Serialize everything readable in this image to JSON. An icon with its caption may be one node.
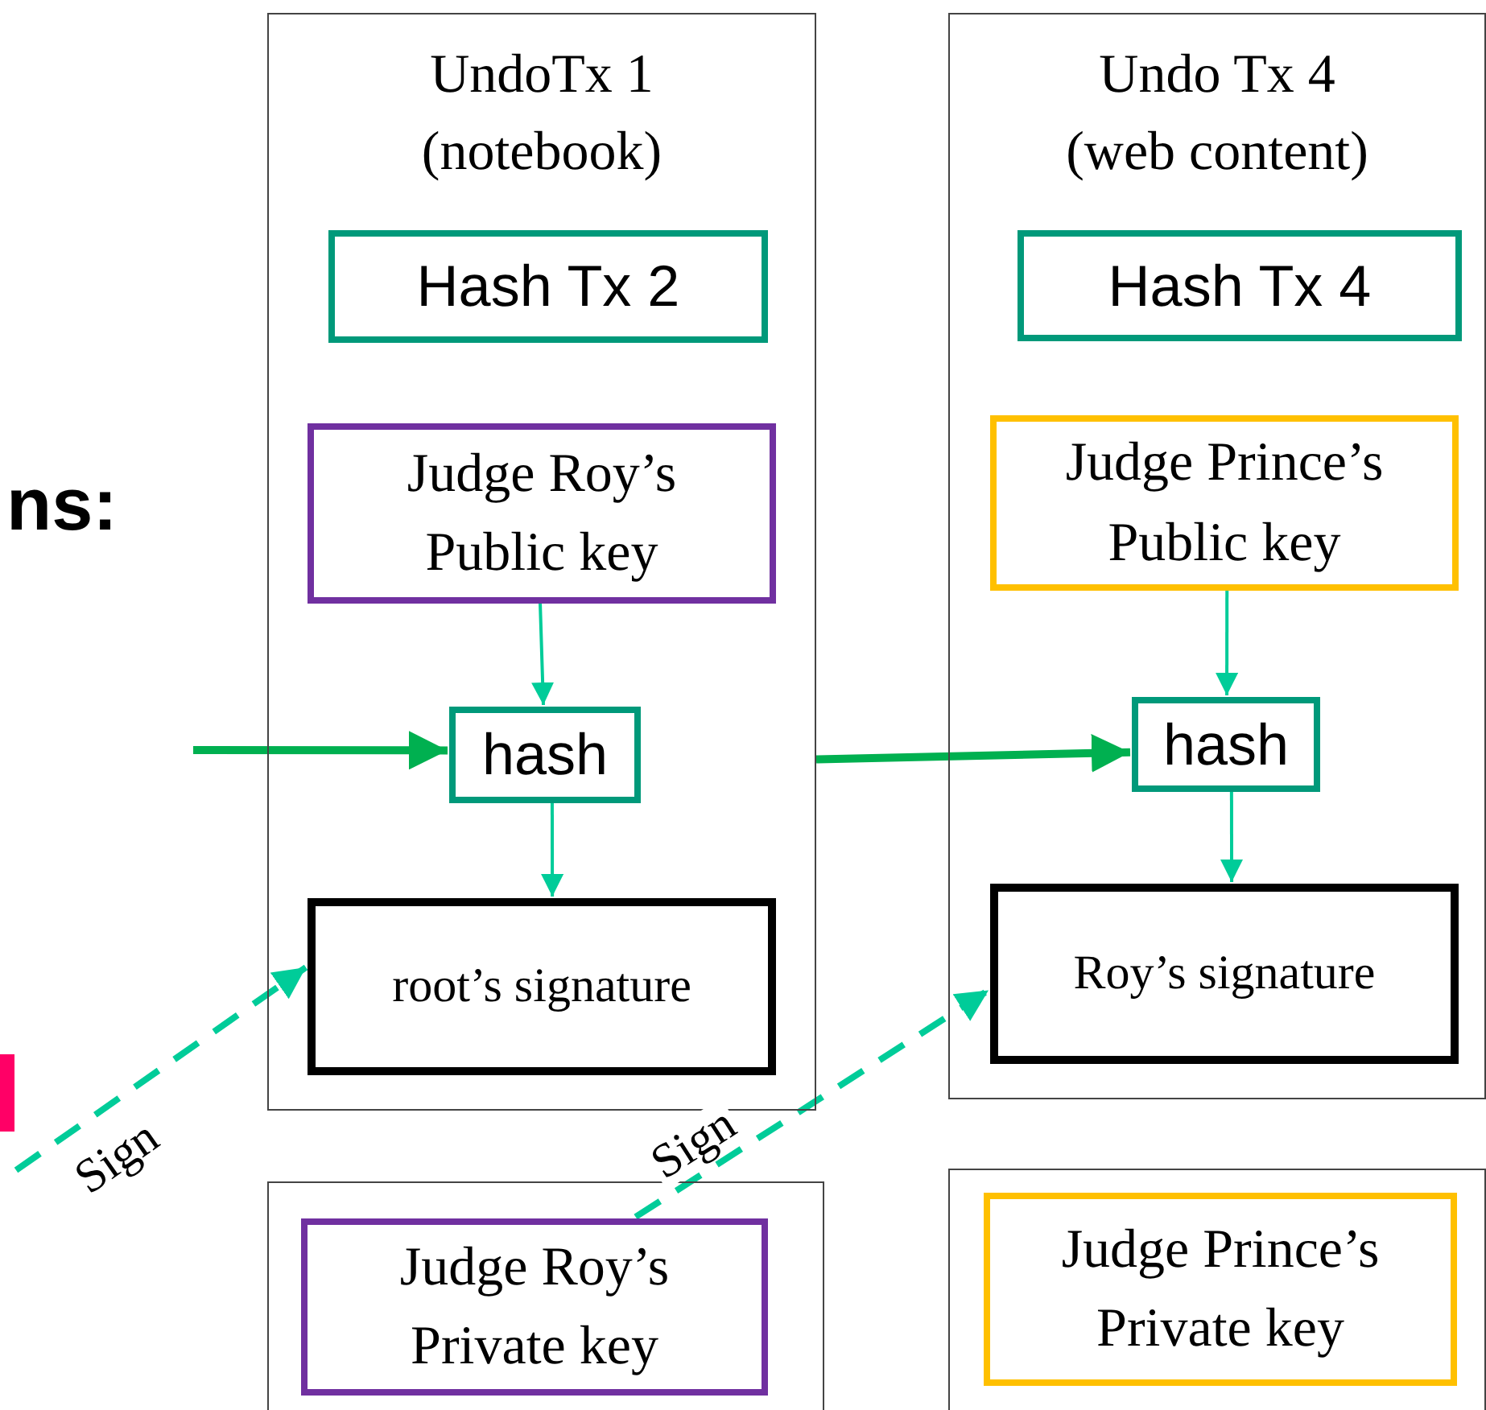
{
  "diagram": {
    "nodes": [
      {
        "text": [
          "UndoTx 1 (notebook)"
        ]
      },
      {
        "text": [
          "Hash Tx 2"
        ],
        "in": 0
      },
      {
        "text": [
          "Judge Roy’s Public key"
        ],
        "in": 0
      },
      {
        "text": [
          "hash"
        ],
        "in": 0
      },
      {
        "text": [
          "root’s signature"
        ],
        "in": 0
      },
      {
        "text": [
          "Undo Tx 4 (web content)"
        ]
      },
      {
        "text": [
          "Hash Tx 4"
        ],
        "in": 5
      },
      {
        "text": [
          "Judge Prince’s Public key"
        ],
        "in": 5
      },
      {
        "text": [
          "hash"
        ],
        "in": 5
      },
      {
        "text": [
          "Roy’s signature"
        ],
        "in": 5
      },
      {
        "text": [],
        "shape": "box"
      },
      {
        "text": [
          "Judge Roy’s Private key"
        ],
        "in": 10
      },
      {
        "text": [],
        "shape": "box"
      },
      {
        "text": [
          "Judge Prince’s Private key"
        ],
        "in": 12
      }
    ],
    "edges": [
      {
        "from": 2,
        "to": 3,
        "arrow": "to"
      },
      {
        "from": 3,
        "to": 4,
        "arrow": "to"
      },
      {
        "from": null,
        "to": 3,
        "arrow": "to",
        "style": "thick",
        "color": "#00b050"
      },
      {
        "from": 0,
        "to": 8,
        "arrow": "to",
        "style": "thick",
        "color": "#00b050"
      },
      {
        "from": 7,
        "to": 8,
        "arrow": "to"
      },
      {
        "from": 8,
        "to": 9,
        "arrow": "to"
      },
      {
        "from": null,
        "to": 4,
        "arrow": "to",
        "style": "dashed",
        "label": "Sign"
      },
      {
        "from": 11,
        "to": 9,
        "arrow": "to",
        "style": "dashed",
        "label": "Sign"
      }
    ],
    "labels": [
      "ns:"
    ]
  }
}
